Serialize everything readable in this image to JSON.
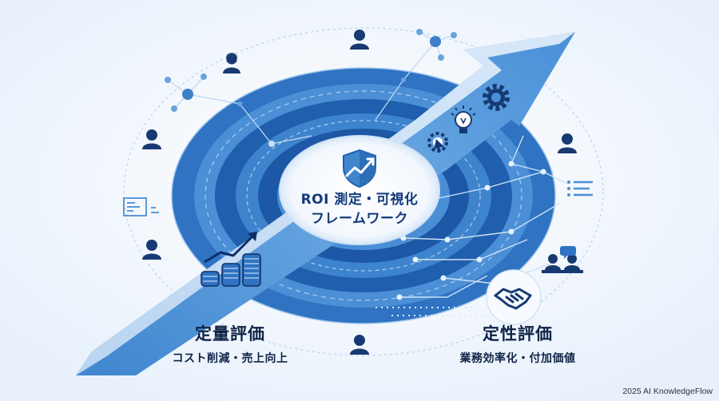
{
  "center": {
    "title_line1": "ROI 測定・可視化",
    "title_line2": "フレームワーク"
  },
  "left": {
    "title": "定量評価",
    "subtitle": "コスト削減・売上向上"
  },
  "right": {
    "title": "定性評価",
    "subtitle": "業務効率化・付加価値"
  },
  "credit": "2025 AI KnowledgeFlow",
  "colors": {
    "ring_dark": "#1f5fae",
    "ring_mid": "#3f86cf",
    "ring_light": "#7fb3e6",
    "arrow": "#5b9bd8",
    "arrow_light": "#a7cdf0",
    "icon": "#173a73",
    "node": "#4a8fd6"
  },
  "icons": [
    "person-icon",
    "network-icon",
    "gear-icon",
    "lightbulb-icon",
    "cursor-gear-icon",
    "shield-chart-icon",
    "coins-chart-icon",
    "handshake-icon",
    "meeting-icon",
    "chart-board-icon",
    "document-list-icon"
  ]
}
